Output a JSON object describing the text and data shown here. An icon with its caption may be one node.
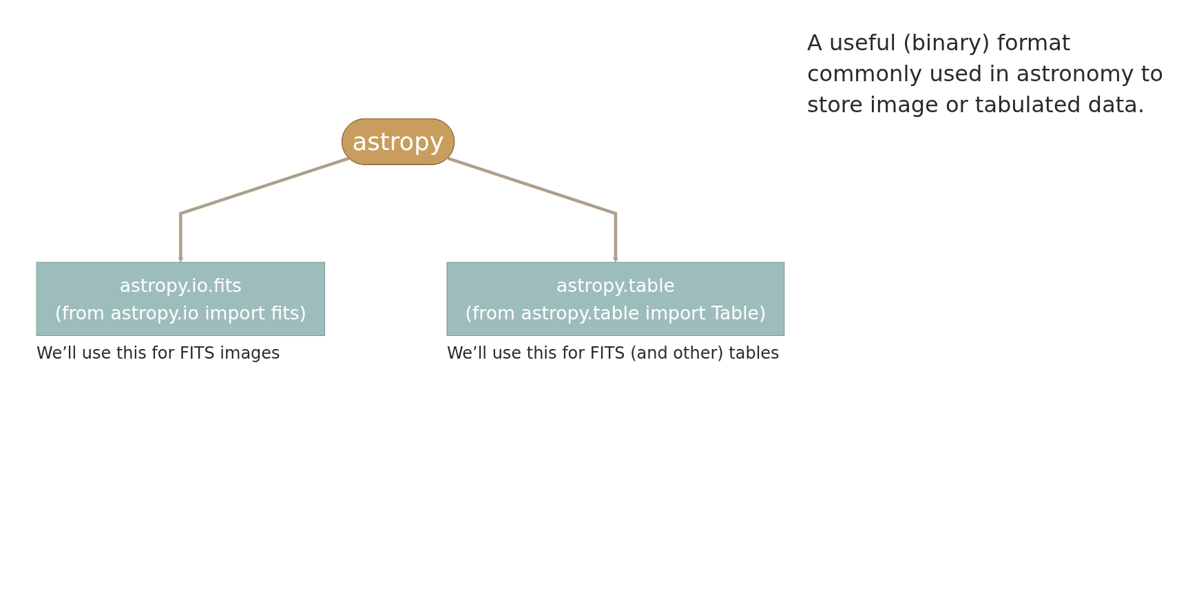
{
  "diagram": {
    "nodes": [
      {
        "text": [
          "astropy"
        ]
      },
      {
        "text": [
          "astropy.io.fits",
          "(from astropy.io import fits)"
        ],
        "beside": [
          "We’ll use this for FITS images"
        ]
      },
      {
        "text": [
          "astropy.table",
          "(from astropy.table import Table)"
        ],
        "beside": [
          "We’ll use this for FITS (and other) tables"
        ]
      }
    ],
    "edges": [
      {
        "from": 0,
        "to": 1,
        "arrow": "to"
      },
      {
        "from": 0,
        "to": 2,
        "arrow": "to"
      }
    ],
    "labels": [
      "A useful (binary) format commonly used in astronomy to store image or tabulated data."
    ]
  }
}
